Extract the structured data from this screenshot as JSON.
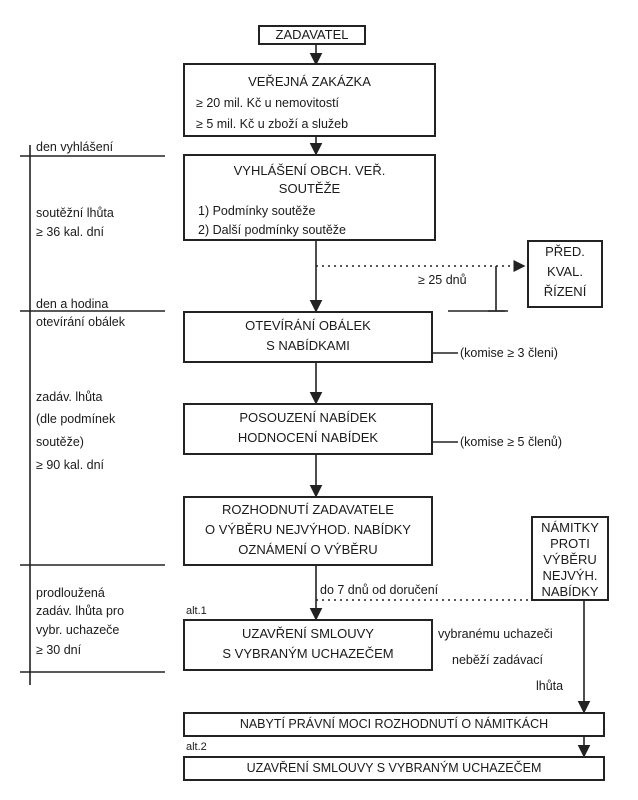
{
  "zadavatel": "ZADAVATEL",
  "box1": {
    "title": "VEŘEJNÁ ZAKÁZKA",
    "line1": "≥  20 mil. Kč u nemovitostí",
    "line2": "≥  5 mil. Kč u zboží a služeb"
  },
  "box2": {
    "title1": "VYHLÁŠENÍ OBCH. VEŘ.",
    "title2": "SOUTĚŽE",
    "item1": "1) Podmínky soutěže",
    "item2": "2) Další podmínky soutěže"
  },
  "box3": {
    "line1": "OTEVÍRÁNÍ OBÁLEK",
    "line2": "S NABÍDKAMI"
  },
  "box4": {
    "line1": "POSOUZENÍ NABÍDEK",
    "line2": "HODNOCENÍ NABÍDEK"
  },
  "box5": {
    "line1": "ROZHODNUTÍ ZADAVATELE",
    "line2": "O VÝBĚRU NEJVÝHOD. NABÍDKY",
    "line3": "OZNÁMENÍ O VÝBĚRU"
  },
  "box6": {
    "line1": "UZAVŘENÍ SMLOUVY",
    "line2": "S VYBRANÝM UCHAZEČEM"
  },
  "box7": "NABYTÍ PRÁVNÍ MOCI ROZHODNUTÍ O NÁMITKÁCH",
  "box8": "UZAVŘENÍ SMLOUVY S VYBRANÝM UCHAZEČEM",
  "pred": {
    "line1": "PŘED.",
    "line2": "KVAL.",
    "line3": "ŘÍZENÍ"
  },
  "namitky": {
    "line1": "NÁMITKY",
    "line2": "PROTI",
    "line3": "VÝBĚRU",
    "line4": "NEJVÝH.",
    "line5": "NABÍDKY"
  },
  "left": {
    "den_vyhlaseni": "den vyhlášení",
    "soutezni1": "soutěžní lhůta",
    "soutezni2": "≥  36 kal. dní",
    "den_hodina1": "den a hodina",
    "den_hodina2": "otevírání obálek",
    "zadav1": "zadáv. lhůta",
    "zadav2": "(dle podmínek",
    "zadav3": "soutěže)",
    "zadav4": "≥ 90 kal. dní",
    "prodl1": "prodloužená",
    "prodl2": "zadáv. lhůta pro",
    "prodl3": "vybr. uchazeče",
    "prodl4": "≥  30 dní"
  },
  "notes": {
    "dnu25": "≥  25 dnů",
    "komise3": "(komise ≥  3 členi)",
    "komise5": "(komise ≥  5 členů)",
    "do7": "do 7 dnů od doručení",
    "alt1": "alt.1",
    "alt2": "alt.2",
    "vybr1": "vybranému uchazeči",
    "vybr2": "neběží zadávací",
    "vybr3": "lhůta"
  }
}
